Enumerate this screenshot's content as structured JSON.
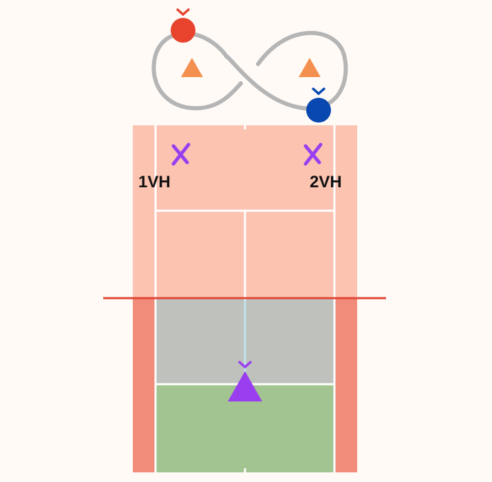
{
  "labels": {
    "left": "1VH",
    "right": "2VH"
  },
  "markers": {
    "red_player": "red-circle",
    "blue_player": "blue-circle",
    "orange_left": "orange-triangle",
    "orange_right": "orange-triangle",
    "purple_left": "purple-cross",
    "purple_right": "purple-cross",
    "purple_player": "purple-triangle"
  },
  "colors": {
    "background": "#fffaf6",
    "court_salmon": "#fbc3b0",
    "court_dark_salmon": "#f28c7a",
    "court_gray": "#bec1bc",
    "court_green": "#a1c490",
    "court_lines": "#ffffff",
    "net": "#e04535",
    "path": "#b5b5b5",
    "red": "#e8432c",
    "blue": "#0848b0",
    "orange": "#f4904f",
    "purple": "#9a3ff0",
    "label_text": "#111111"
  }
}
